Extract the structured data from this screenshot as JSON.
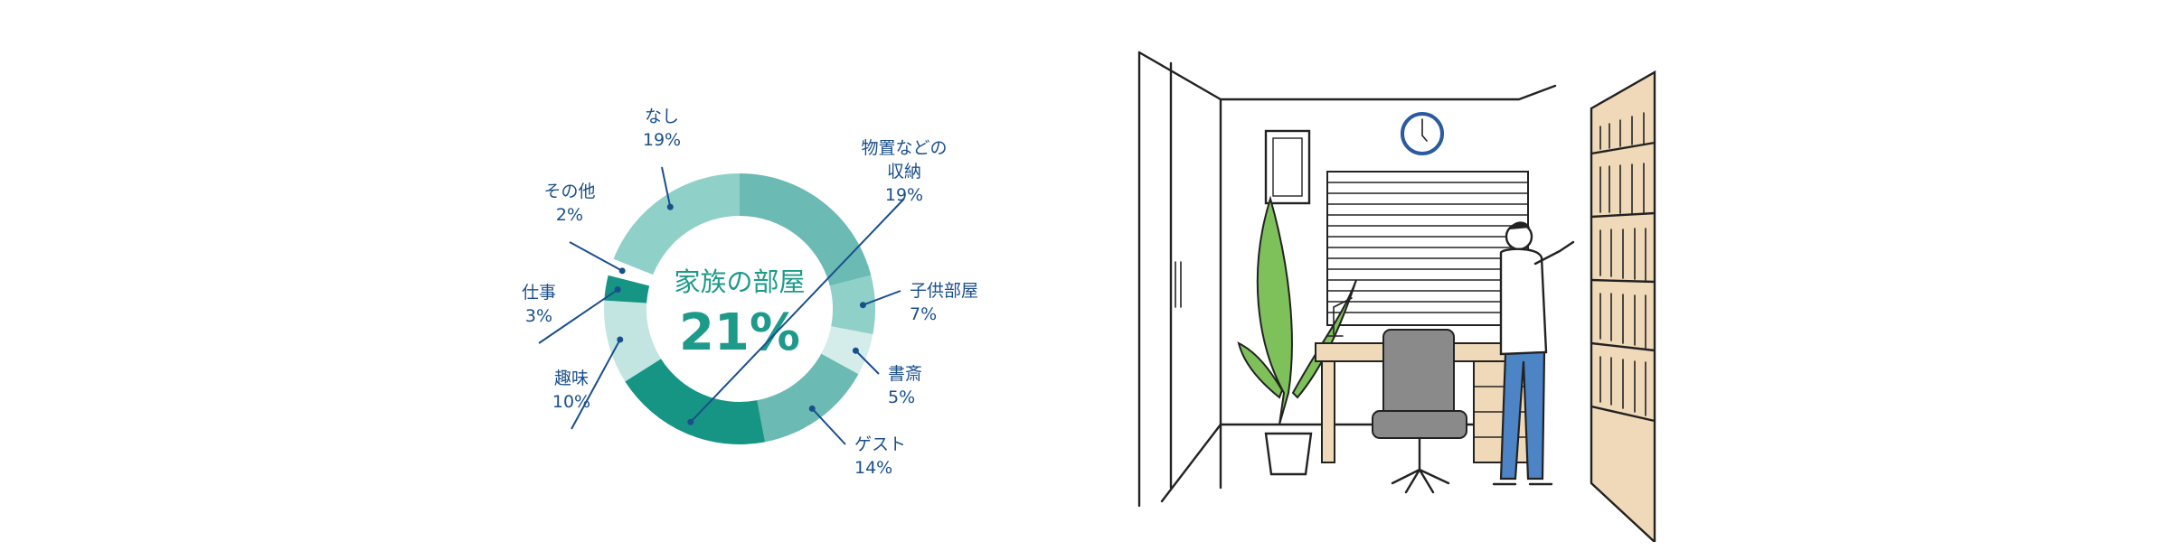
{
  "chart_data": {
    "type": "pie",
    "center": {
      "title": "家族の部屋",
      "value": "21%"
    },
    "slices": [
      {
        "label": [
          "家族の部屋"
        ],
        "value": 21,
        "pct": "",
        "color": "#6bbab3"
      },
      {
        "label": [
          "子供部屋"
        ],
        "value": 7,
        "pct": "7%",
        "color": "#8fd0c8"
      },
      {
        "label": [
          "書斎"
        ],
        "value": 5,
        "pct": "5%",
        "color": "#d4ecea"
      },
      {
        "label": [
          "ゲスト"
        ],
        "value": 14,
        "pct": "14%",
        "color": "#6bbab3"
      },
      {
        "label": [
          "物置などの",
          "収納"
        ],
        "value": 19,
        "pct": "19%",
        "color": "#169584"
      },
      {
        "label": [
          "趣味"
        ],
        "value": 10,
        "pct": "10%",
        "color": "#c2e5e1"
      },
      {
        "label": [
          "仕事"
        ],
        "value": 3,
        "pct": "3%",
        "color": "#169584"
      },
      {
        "label": [
          "その他"
        ],
        "value": 2,
        "pct": "2%",
        "color": "#ffffff"
      },
      {
        "label": [
          "なし"
        ],
        "value": 19,
        "pct": "19%",
        "color": "#8fd0c8"
      }
    ]
  },
  "colors": {
    "label_text": "#1a4f8c",
    "center_text": "#1e9a8a",
    "ring_bg": "#ffffff"
  },
  "illustration": {
    "icon": "study-room-illustration"
  }
}
